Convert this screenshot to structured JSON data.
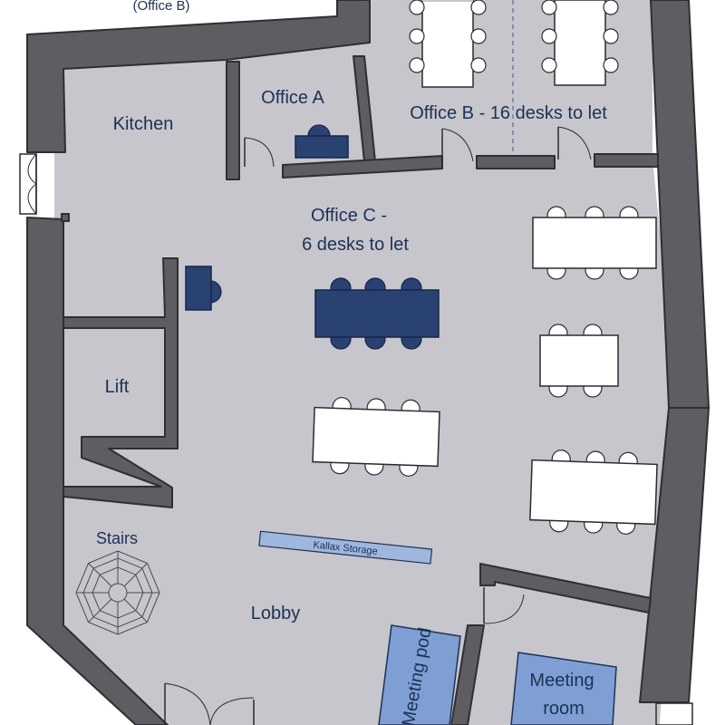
{
  "rooms": {
    "office_b_top": "(Office B)",
    "kitchen": "Kitchen",
    "office_a": "Office A",
    "office_b": "Office B - 16 desks to let",
    "office_c_line1": "Office C -",
    "office_c_line2": "6 desks to let",
    "lift": "Lift",
    "stairs": "Stairs",
    "lobby": "Lobby",
    "meeting_pod": "Meeting pod",
    "meeting_room_line1": "Meeting",
    "meeting_room_line2": "room"
  },
  "furniture": {
    "storage": "Kallax Storage"
  },
  "colors": {
    "wall": "#5d5d62",
    "floor": "#c7c6cc",
    "desk_occupied": "#2a4272",
    "desk_available": "#ffffff",
    "meeting_space": "#7f9fd4",
    "text": "#1d3156"
  }
}
